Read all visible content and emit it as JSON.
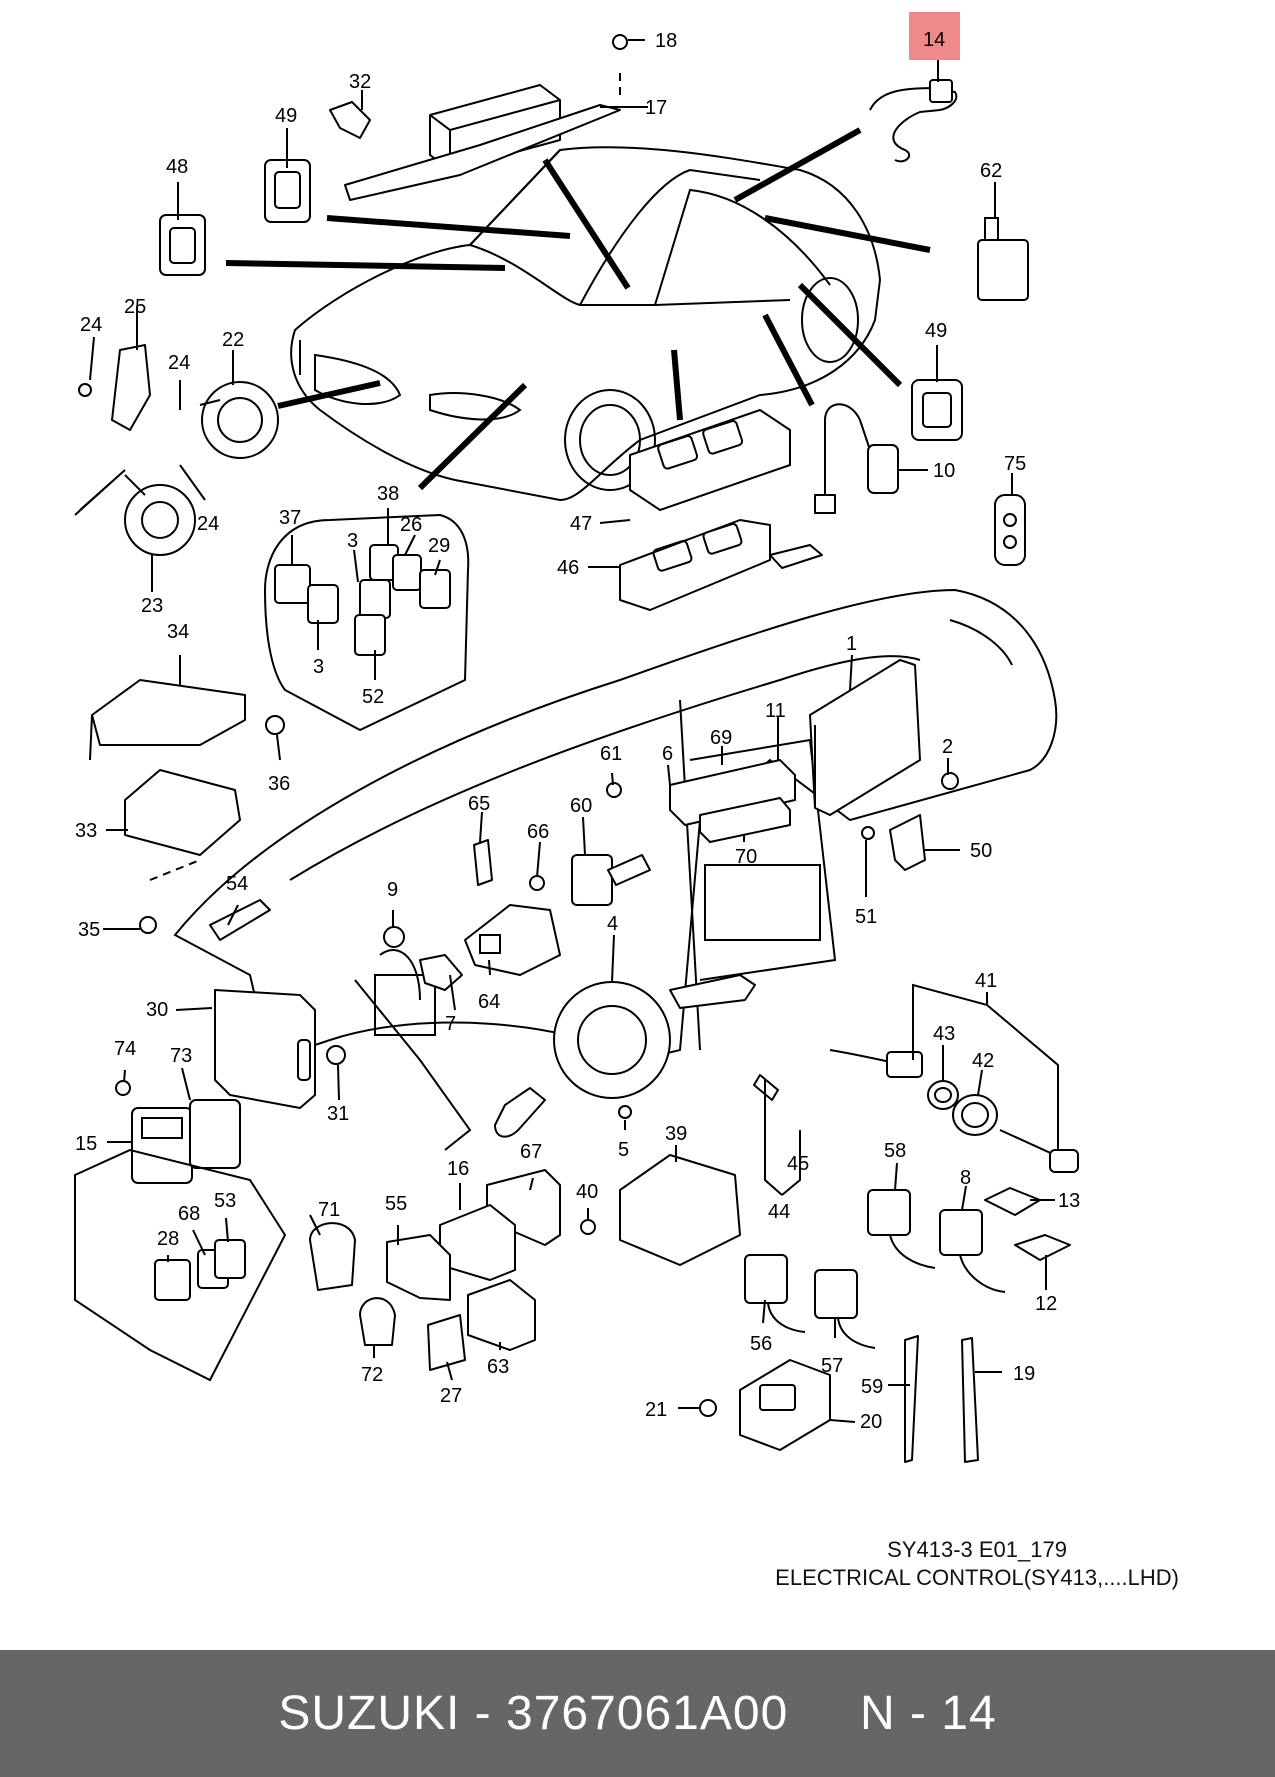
{
  "diagram": {
    "callouts": {
      "c1": "1",
      "c2": "2",
      "c3a": "3",
      "c3b": "3",
      "c4": "4",
      "c5": "5",
      "c6": "6",
      "c7": "7",
      "c8": "8",
      "c9": "9",
      "c10": "10",
      "c11": "11",
      "c12": "12",
      "c13": "13",
      "c14": "14",
      "c15": "15",
      "c16": "16",
      "c17": "17",
      "c18": "18",
      "c19": "19",
      "c20": "20",
      "c21": "21",
      "c22": "22",
      "c23": "23",
      "c24a": "24",
      "c24b": "24",
      "c24c": "24",
      "c25": "25",
      "c26": "26",
      "c27": "27",
      "c28": "28",
      "c29": "29",
      "c30": "30",
      "c31": "31",
      "c32": "32",
      "c33": "33",
      "c34": "34",
      "c35": "35",
      "c36": "36",
      "c37": "37",
      "c38": "38",
      "c39": "39",
      "c40": "40",
      "c41": "41",
      "c42": "42",
      "c43": "43",
      "c44": "44",
      "c45": "45",
      "c46": "46",
      "c47": "47",
      "c48": "48",
      "c49a": "49",
      "c49b": "49",
      "c50": "50",
      "c51": "51",
      "c52": "52",
      "c53": "53",
      "c54": "54",
      "c55": "55",
      "c56": "56",
      "c57": "57",
      "c58": "58",
      "c59": "59",
      "c60": "60",
      "c61": "61",
      "c62": "62",
      "c63": "63",
      "c64": "64",
      "c65": "65",
      "c66": "66",
      "c67": "67",
      "c68": "68",
      "c69": "69",
      "c70": "70",
      "c71": "71",
      "c72": "72",
      "c73": "73",
      "c74": "74",
      "c75": "75"
    },
    "highlight": {
      "part": "14",
      "color": "#f08a8a"
    },
    "reference_code": "SY413-3 E01_179",
    "reference_title": "ELECTRICAL CONTROL(SY413,....LHD)"
  },
  "footer": {
    "background": "#666666",
    "text": "SUZUKI - 3767061A00     N - 14"
  }
}
